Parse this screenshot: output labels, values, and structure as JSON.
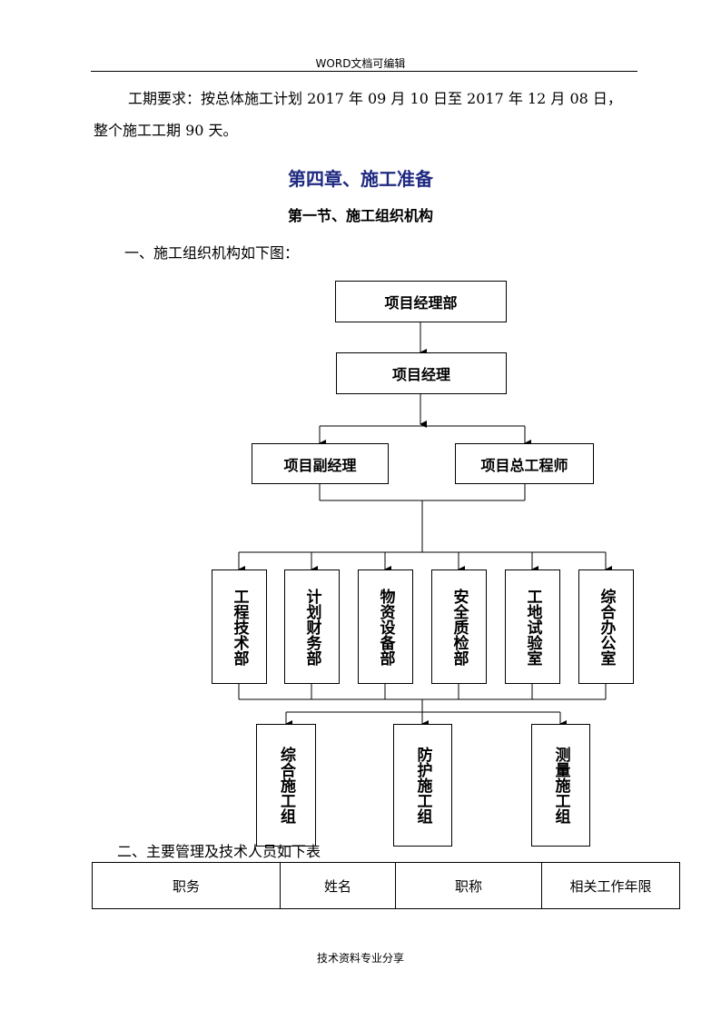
{
  "header": {
    "text": "WORD文档可编辑"
  },
  "schedule": {
    "line1": "工期要求：按总体施工计划 2017 年 09 月 10 日至 2017 年 12 月 08 日，",
    "line2": "整个施工工期 90 天。"
  },
  "chapter_title": "第四章、施工准备",
  "section_title": "第一节、施工组织机构",
  "org_intro": "一、施工组织机构如下图：",
  "org_chart": {
    "top": "项目经理部",
    "manager": "项目经理",
    "deputy": "项目副经理",
    "chief_engineer": "项目总工程师",
    "departments": [
      "工程技术部",
      "计划财务部",
      "物资设备部",
      "安全质检部",
      "工地试验室",
      "综合办公室"
    ],
    "groups": [
      "综合施工组",
      "防护施工组",
      "测量施工组"
    ]
  },
  "staff_intro": "二、主要管理及技术人员如下表",
  "staff_table": {
    "headers": [
      "职务",
      "姓名",
      "职称",
      "相关工作年限"
    ]
  },
  "footer": {
    "text": "技术资料专业分享"
  }
}
